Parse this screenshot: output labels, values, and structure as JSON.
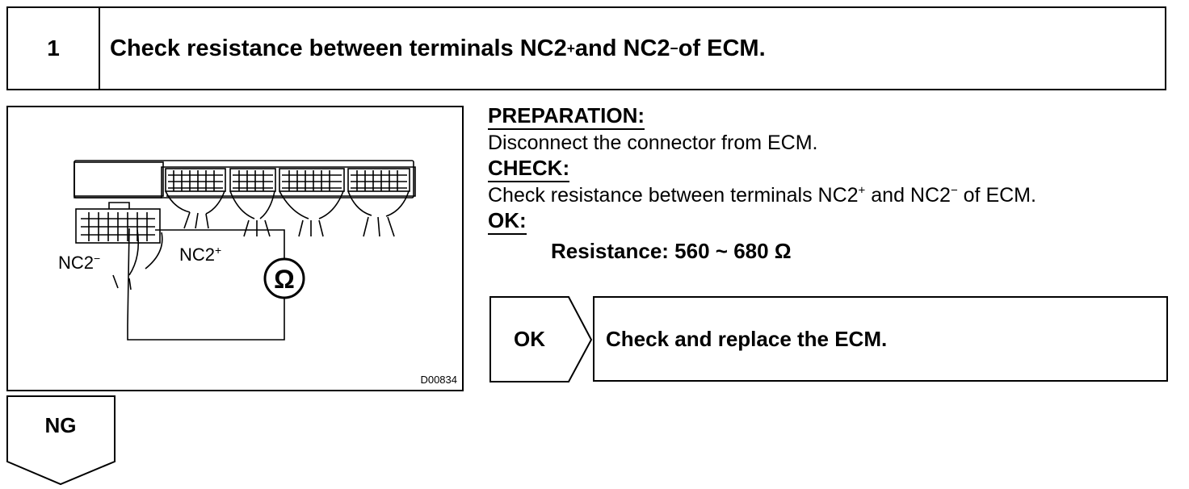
{
  "step": {
    "number": "1",
    "title_pre": "Check resistance between terminals NC2",
    "title_sup1": "+",
    "title_mid": " and NC2",
    "title_sup2": "−",
    "title_post": " of ECM."
  },
  "diagram": {
    "label_minus": "NC2",
    "label_minus_sup": "−",
    "label_plus": "NC2",
    "label_plus_sup": "+",
    "meter_symbol": "Ω",
    "figure_id": "D00834"
  },
  "instructions": {
    "preparation_header": "PREPARATION:",
    "preparation_text": "Disconnect the connector from ECM.",
    "check_header": "CHECK:",
    "check_pre": "Check resistance between terminals NC2",
    "check_sup1": "+",
    "check_mid": " and NC2",
    "check_sup2": "−",
    "check_post": " of ECM.",
    "ok_header": "OK:",
    "spec": "Resistance: 560 ~ 680 Ω"
  },
  "ok_branch": {
    "label": "OK",
    "result": "Check and replace the ECM."
  },
  "ng_branch": {
    "label": "NG"
  }
}
